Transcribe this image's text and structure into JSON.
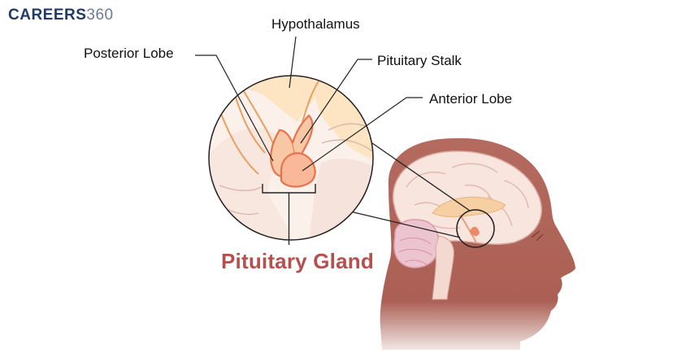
{
  "logo": {
    "text": "CAREERS",
    "number": "360"
  },
  "labels": {
    "hypothalamus": "Hypothalamus",
    "posterior_lobe": "Posterior Lobe",
    "pituitary_stalk": "Pituitary Stalk",
    "anterior_lobe": "Anterior Lobe",
    "title": "Pituitary Gland"
  },
  "colors": {
    "logo_blue": "#1f3a66",
    "title_red": "#b5504e",
    "gland_orange": "#e8734a",
    "skin": "#b66b5f"
  }
}
